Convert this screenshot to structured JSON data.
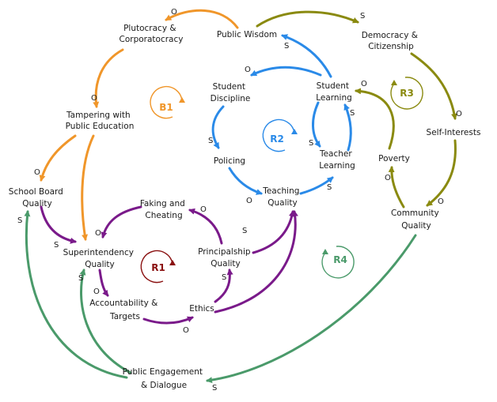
{
  "colors": {
    "orange": "#f0962a",
    "blue": "#2a8ae8",
    "olive": "#8a8a10",
    "purple": "#7a1a8a",
    "green": "#4a9a6a",
    "darkred": "#8a1010"
  },
  "nodes": {
    "public_wisdom": "Public Wisdom",
    "plutocracy": [
      "Plutocracy &",
      "Corporatocracy"
    ],
    "democracy": [
      "Democracy &",
      "Citizenship"
    ],
    "tampering": [
      "Tampering with",
      "Public Education"
    ],
    "student_discipline": [
      "Student",
      "Discipline"
    ],
    "student_learning": [
      "Student",
      "Learning"
    ],
    "self_interests": "Self-Interests",
    "teacher_learning": [
      "Teacher",
      "Learning"
    ],
    "policing": "Policing",
    "poverty": "Poverty",
    "school_board": [
      "School Board",
      "Quality"
    ],
    "faking": [
      "Faking and",
      "Cheating"
    ],
    "teaching": [
      "Teaching",
      "Quality"
    ],
    "community": [
      "Community",
      "Quality"
    ],
    "principalship": [
      "Principalship",
      "Quality"
    ],
    "superintendency": [
      "Superintendency",
      "Quality"
    ],
    "accountability": [
      "Accountability &",
      "Targets"
    ],
    "ethics": "Ethics",
    "public_engagement": [
      "Public Engagement",
      "& Dialogue"
    ]
  },
  "loops": {
    "b1": "B1",
    "r2": "R2",
    "r3": "R3",
    "r1": "R1",
    "r4": "R4"
  },
  "polarity": {
    "o": "O",
    "s": "S"
  }
}
